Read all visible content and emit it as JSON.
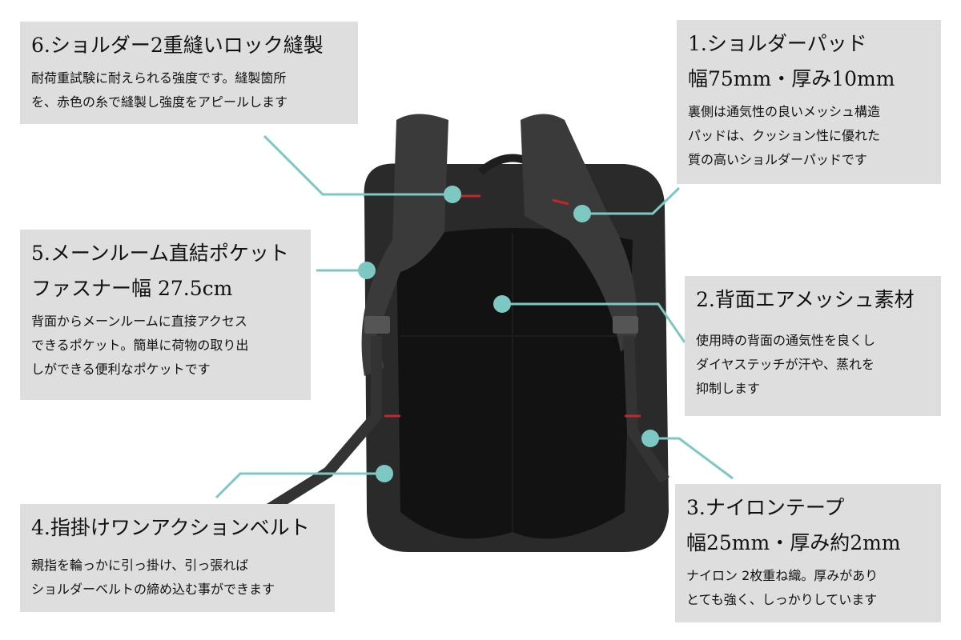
{
  "accent_color": "#7ec8c3",
  "callouts": [
    {
      "title": "6.ショルダー2重縫いロック縫製",
      "subtitle": "",
      "lines": [
        "耐荷重試験に耐えられる強度です。縫製箇所",
        "を、赤色の糸で縫製し強度をアピールします"
      ]
    },
    {
      "title": "1.ショルダーパッド",
      "subtitle": "幅75mm・厚み10mm",
      "lines": [
        "裏側は通気性の良いメッシュ構造",
        "パッドは、クッション性に優れた",
        "質の高いショルダーパッドです"
      ]
    },
    {
      "title": "5.メーンルーム直結ポケット",
      "subtitle": "ファスナー幅 27.5cm",
      "lines": [
        "背面からメーンルームに直接アクセス",
        "できるポケット。簡単に荷物の取り出",
        "しができる便利なポケットです"
      ]
    },
    {
      "title": "2.背面エアメッシュ素材",
      "subtitle": "",
      "lines": [
        "使用時の背面の通気性を良くし",
        "ダイヤステッチが汗や、蒸れを",
        "抑制します"
      ]
    },
    {
      "title": "4.指掛けワンアクションベルト",
      "subtitle": "",
      "lines": [
        "親指を輪っかに引っ掛け、引っ張れば",
        "ショルダーベルトの締め込む事ができます"
      ]
    },
    {
      "title": "3.ナイロンテープ",
      "subtitle": "幅25mm・厚み約2mm",
      "lines": [
        "ナイロン 2枚重ね織。厚みがあり",
        "とても強く、しっかりしています"
      ]
    }
  ]
}
